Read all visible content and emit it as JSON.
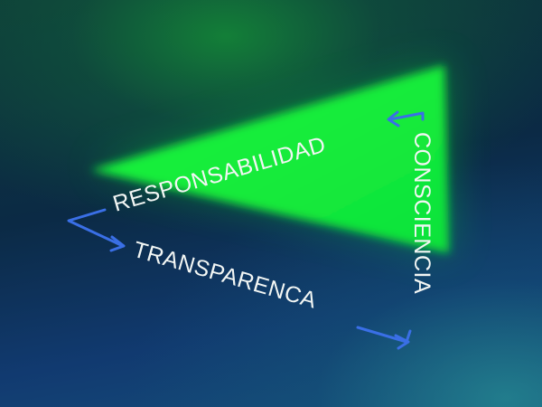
{
  "words": {
    "top": "RESPONSABILIDAD",
    "right": "CONSCIENCIA",
    "bottom": "TRANSPARENCA"
  },
  "colors": {
    "triangle": "#10f23a",
    "arrows": "#3a6fe6",
    "text": "#f2f6f4"
  },
  "icons": [
    "arrow-left-icon",
    "arrow-right-icon",
    "arrow-right-icon"
  ]
}
